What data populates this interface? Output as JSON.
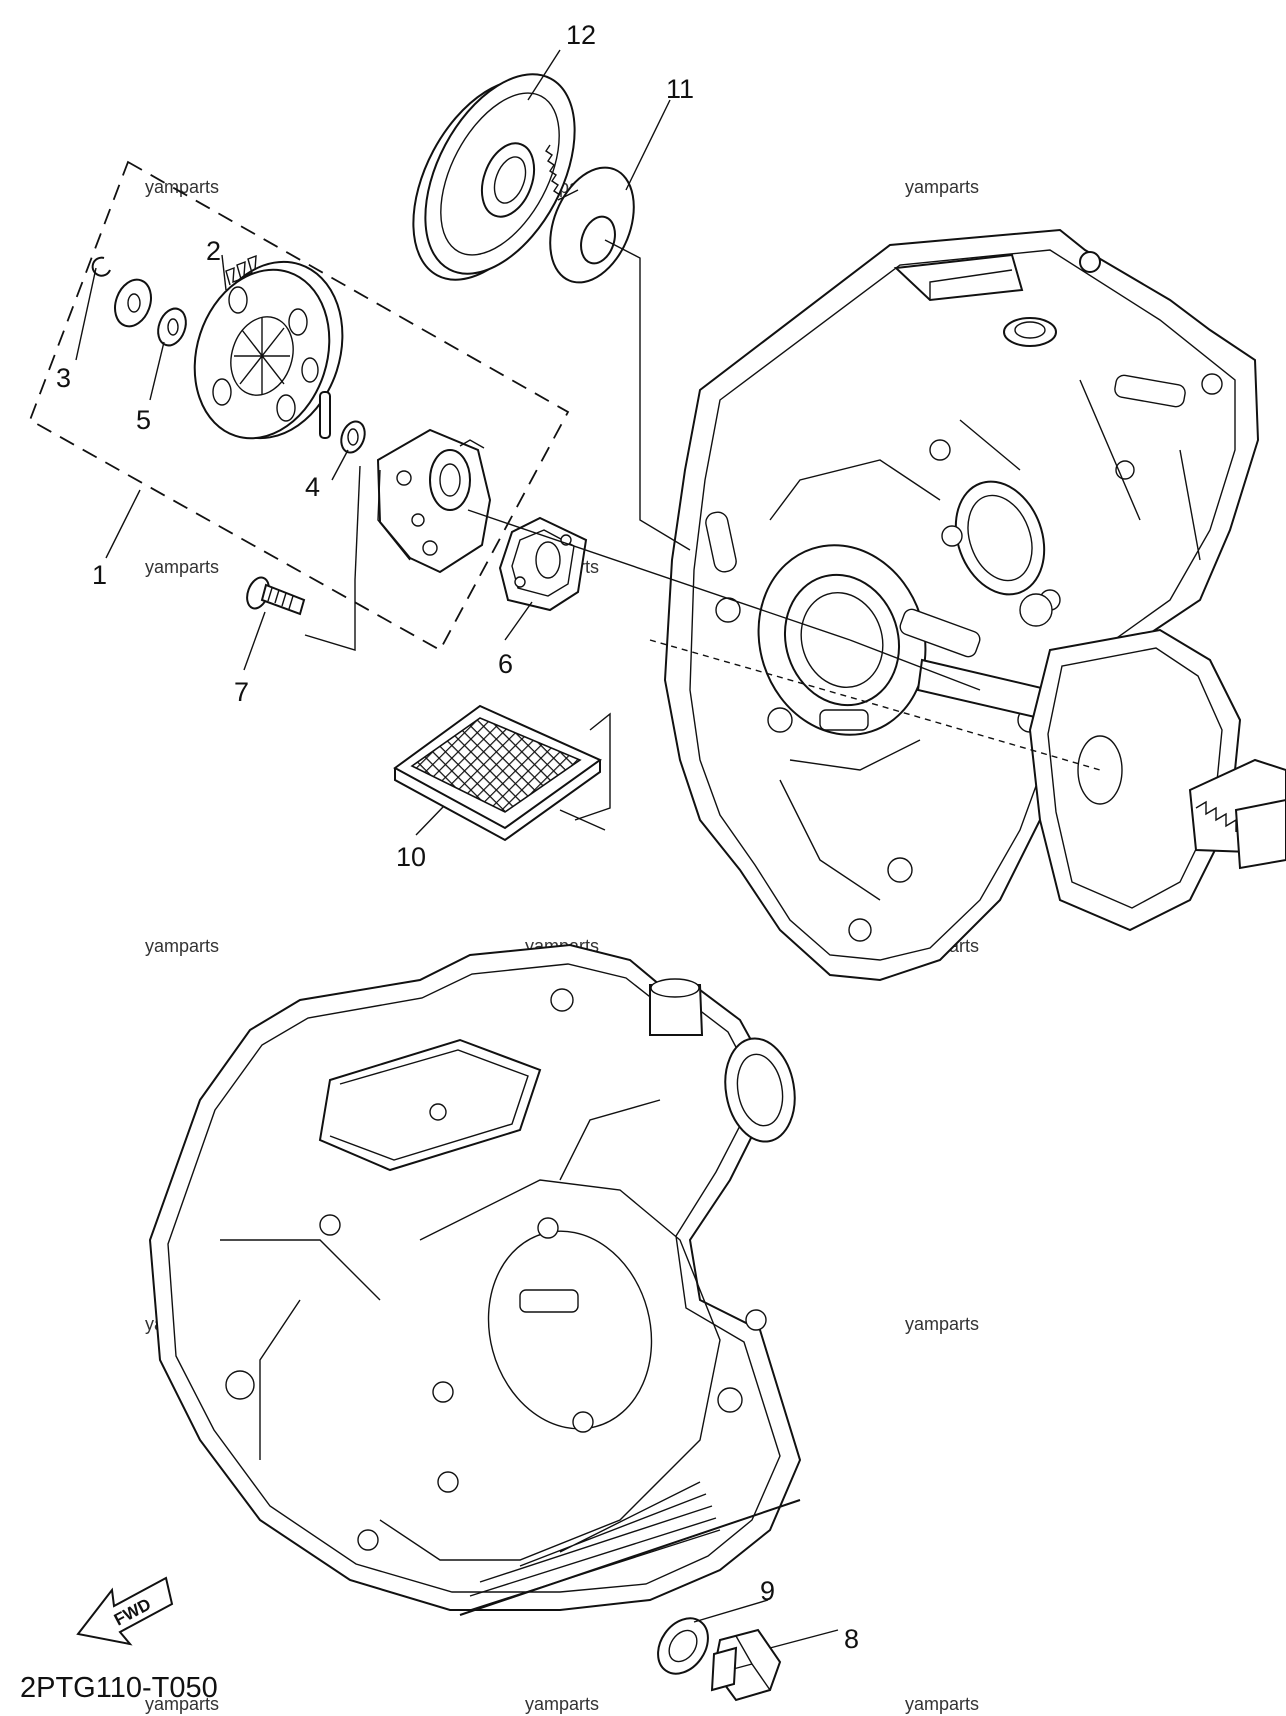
{
  "diagram": {
    "code": "2PTG110-T050",
    "fwd_label": "FWD",
    "watermark": "yamparts",
    "callouts": [
      "1",
      "2",
      "3",
      "4",
      "5",
      "6",
      "7",
      "8",
      "9",
      "10",
      "11",
      "12"
    ]
  },
  "icons": {
    "fwd_arrow": "fwd-arrow-icon"
  },
  "colors": {
    "line": "#111111",
    "background": "#ffffff"
  }
}
